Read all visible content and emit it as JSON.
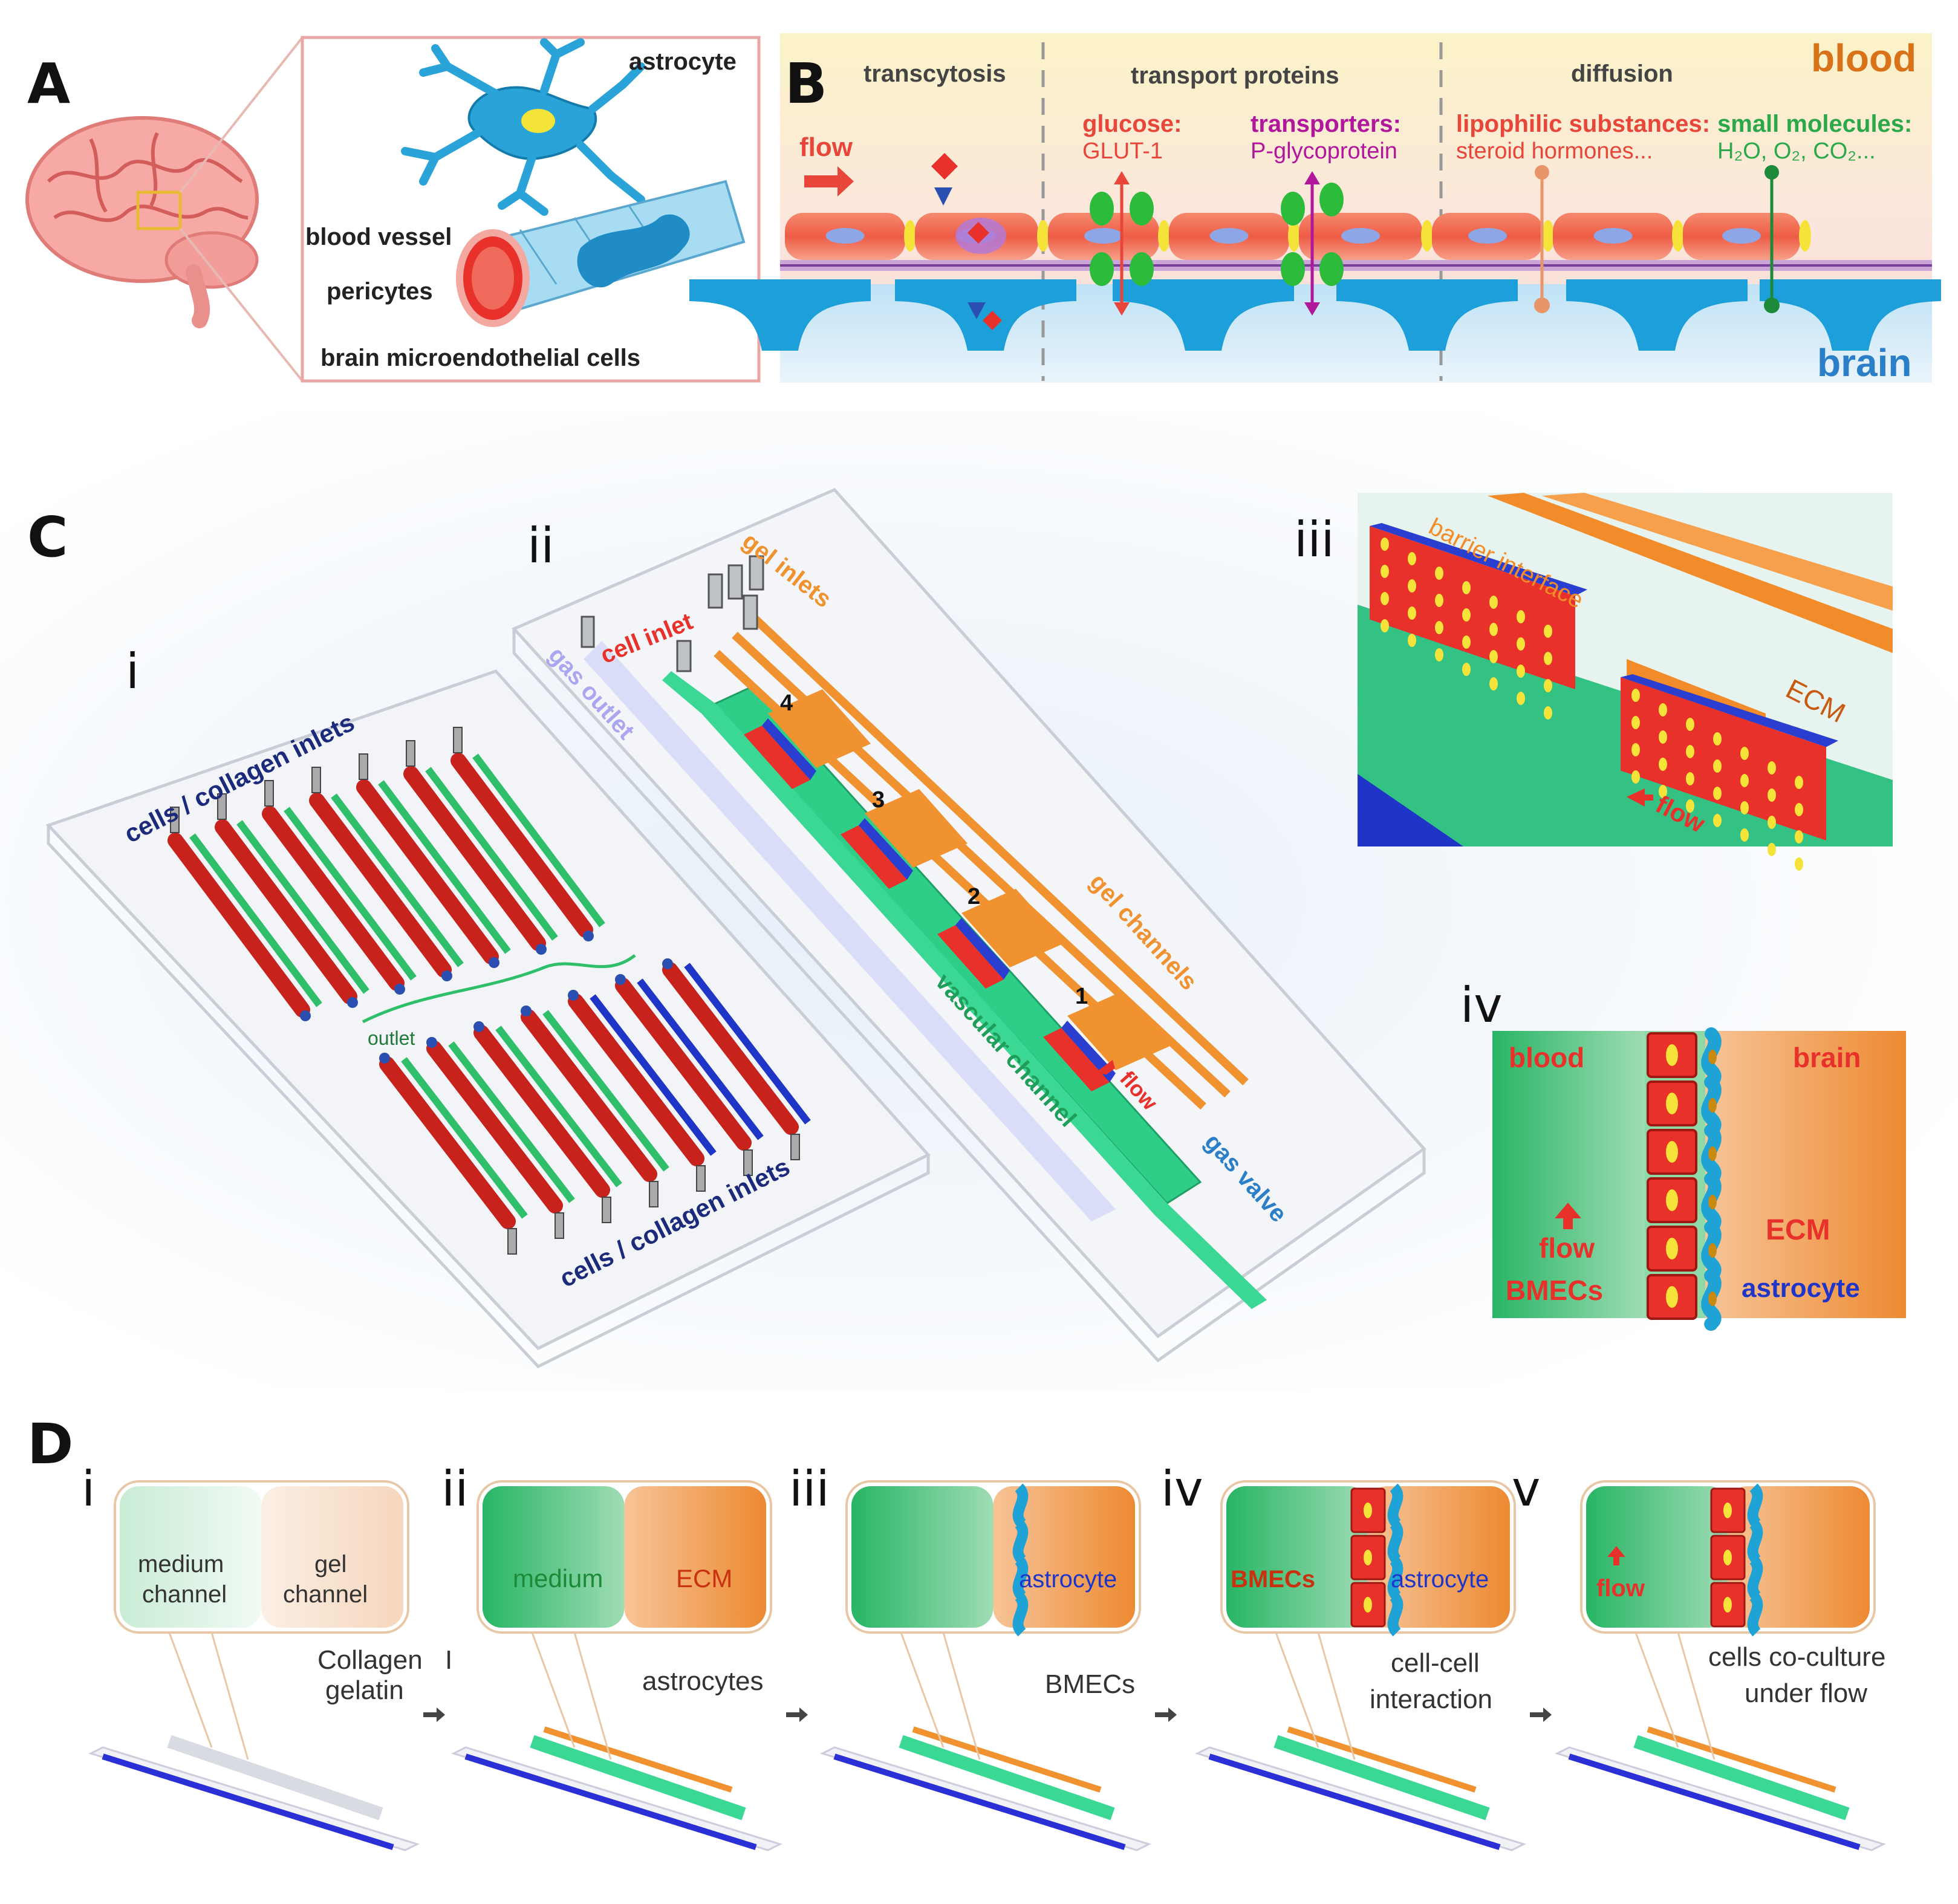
{
  "panels": {
    "A": {
      "letter": "A",
      "labels": {
        "astrocyte": "astrocyte",
        "blood_vessel": "blood vessel",
        "pericytes": "pericytes",
        "bmec": "brain microendothelial cells"
      }
    },
    "B": {
      "letter": "B",
      "sections": [
        "transcytosis",
        "transport  proteins",
        "diffusion"
      ],
      "blood": "blood",
      "brain": "brain",
      "flow": "flow",
      "glucose_title": "glucose:",
      "glucose_sub": "GLUT-1",
      "transporters_title": "transporters:",
      "transporters_sub": "P-glycoprotein",
      "lipophilic_title": "lipophilic substances:",
      "lipophilic_sub": "steroid hormones...",
      "small_title": "small molecules:",
      "small_sub": "H₂O, O₂, CO₂..."
    },
    "C": {
      "letter": "C",
      "i": {
        "numeral": "i",
        "inlets_top": "cells / collagen inlets",
        "inlets_bottom": "cells / collagen inlets",
        "outlet": "outlet"
      },
      "ii": {
        "numeral": "ii",
        "gel_inlets": "gel inlets",
        "cell_inlet": "cell inlet",
        "gas_outlet": "gas outlet",
        "gel_channels": "gel channels",
        "vascular_channel": "vascular channel",
        "gas_valve": "gas valve",
        "flow": "flow",
        "numbers": [
          "4",
          "3",
          "2",
          "1"
        ]
      },
      "iii": {
        "numeral": "iii",
        "barrier_interface": "barrier interface",
        "ecm": "ECM",
        "flow": "flow"
      },
      "iv": {
        "numeral": "iv",
        "blood": "blood",
        "brain": "brain",
        "flow": "flow",
        "bmecs": "BMECs",
        "ecm": "ECM",
        "astrocyte": "astrocyte"
      }
    },
    "D": {
      "letter": "D",
      "steps": [
        {
          "numeral": "i",
          "left_label_1": "medium",
          "left_label_2": "channel",
          "right_label_1": "gel",
          "right_label_2": "channel",
          "arrow_text_1": "Collagen",
          "arrow_text_2": "gelatin",
          "extra": "I"
        },
        {
          "numeral": "ii",
          "left_label": "medium",
          "right_label": "ECM",
          "arrow_text": "astrocytes"
        },
        {
          "numeral": "iii",
          "right_label": "astrocyte",
          "arrow_text": "BMECs"
        },
        {
          "numeral": "iv",
          "left_label": "BMECs",
          "right_label": "astrocyte",
          "arrow_text_1": "cell-cell",
          "arrow_text_2": "interaction"
        },
        {
          "numeral": "v",
          "flow": "flow",
          "arrow_text_1": "cells co-culture",
          "arrow_text_2": "under flow"
        }
      ]
    }
  },
  "colors": {
    "endothelial_red": "#e8312b",
    "astrocyte_blue": "#1f9fd8",
    "medium_green": "#2fbf6a",
    "ecm_orange": "#f08c2e",
    "blood_text": "#d9731a",
    "brain_text": "#2b7fc8",
    "navy_text": "#1b2a7a",
    "glucose_red": "#e8463a",
    "transporter_purple": "#b0179a",
    "small_green": "#2aa84a"
  }
}
